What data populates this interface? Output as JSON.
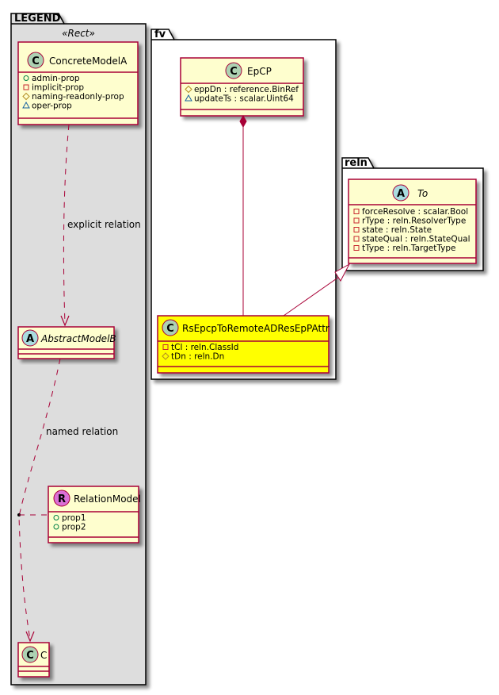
{
  "colors": {
    "class_fill": "#FEFECE",
    "class_border": "#A80036",
    "highlight_fill": "#FFFF00",
    "legend_fill": "#DDDDDD",
    "spot_class": "#ADD1B2",
    "spot_abstract": "#A9DCDF",
    "spot_relation": "#DA70D6",
    "edge": "#A80036",
    "vis_public": "#038048",
    "vis_private": "#C82930",
    "vis_protected": "#B38D22",
    "vis_package": "#1963A0"
  },
  "packages": {
    "legend": {
      "name": "LEGEND",
      "stereotype": "«Rect»"
    },
    "fv": {
      "name": "fv"
    },
    "reln": {
      "name": "reln"
    }
  },
  "classes": {
    "concreteModelA": {
      "name": "ConcreteModelA",
      "kind": "class",
      "spot": "C",
      "attributes": [
        {
          "vis": "public",
          "text": "admin-prop"
        },
        {
          "vis": "private",
          "text": "implicit-prop"
        },
        {
          "vis": "protected",
          "text": "naming-readonly-prop"
        },
        {
          "vis": "package",
          "text": "oper-prop"
        }
      ]
    },
    "abstractModelB": {
      "name": "AbstractModelB",
      "kind": "abstract",
      "spot": "A",
      "attributes": []
    },
    "relationModel": {
      "name": "RelationModel",
      "kind": "relation",
      "spot": "R",
      "attributes": [
        {
          "vis": "public",
          "text": "prop1"
        },
        {
          "vis": "public",
          "text": "prop2"
        }
      ]
    },
    "c": {
      "name": "C",
      "kind": "class",
      "spot": "C",
      "attributes": []
    },
    "epcp": {
      "name": "EpCP",
      "kind": "class",
      "spot": "C",
      "attributes": [
        {
          "vis": "protected",
          "text": "eppDn : reference.BinRef"
        },
        {
          "vis": "package",
          "text": "updateTs : scalar.Uint64"
        }
      ]
    },
    "rsEpcp": {
      "name": "RsEpcpToRemoteADResEpPAttr",
      "kind": "class",
      "spot": "C",
      "highlighted": true,
      "attributes": [
        {
          "vis": "private",
          "text": "tCl : reln.ClassId"
        },
        {
          "vis": "protected",
          "text": "tDn : reln.Dn"
        }
      ]
    },
    "to": {
      "name": "To",
      "kind": "abstract",
      "spot": "A",
      "attributes": [
        {
          "vis": "private",
          "text": "forceResolve : scalar.Bool"
        },
        {
          "vis": "private",
          "text": "rType : reln.ResolverType"
        },
        {
          "vis": "private",
          "text": "state : reln.State"
        },
        {
          "vis": "private",
          "text": "stateQual : reln.StateQual"
        },
        {
          "vis": "private",
          "text": "tType : reln.TargetType"
        }
      ]
    }
  },
  "edges": {
    "explicit": {
      "label": "explicit relation",
      "type": "dependency"
    },
    "named": {
      "label": "named relation",
      "type": "dependency"
    },
    "composition": {
      "type": "composition"
    },
    "inheritance": {
      "type": "generalization"
    }
  }
}
